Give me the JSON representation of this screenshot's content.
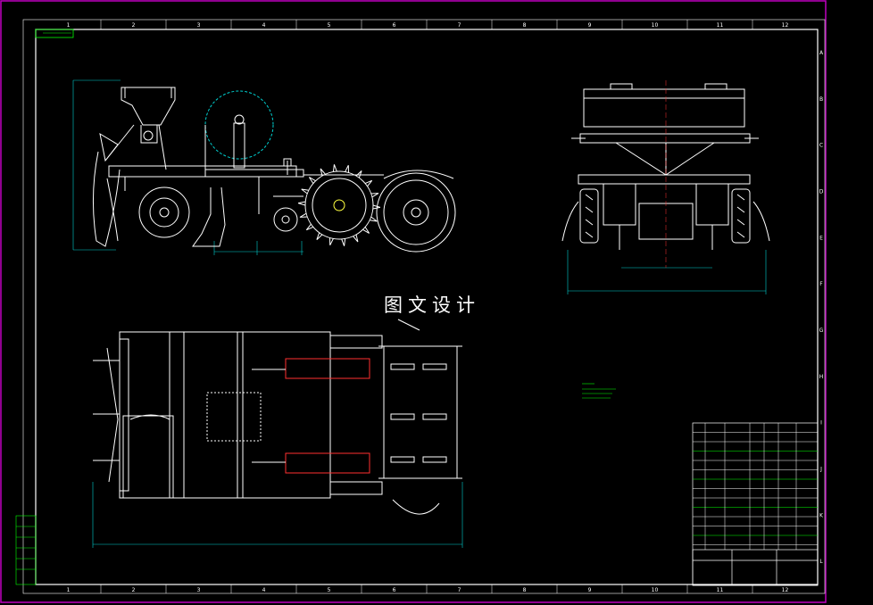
{
  "drawing": {
    "watermark": "图文设计",
    "colors": {
      "background": "#000000",
      "line": "#ffffff",
      "frame": "#ffffff",
      "accent_green": "#00ff00",
      "accent_cyan": "#00d0d0",
      "accent_red": "#ff3030",
      "accent_yellow": "#ffff40",
      "outer_border": "#c000c0"
    },
    "column_markers": [
      "1",
      "2",
      "3",
      "4",
      "5",
      "6",
      "7",
      "8",
      "9",
      "10",
      "11",
      "12"
    ],
    "row_markers": [
      "A",
      "B",
      "C",
      "D",
      "E",
      "F",
      "G",
      "H",
      "I",
      "J",
      "K",
      "L"
    ]
  }
}
